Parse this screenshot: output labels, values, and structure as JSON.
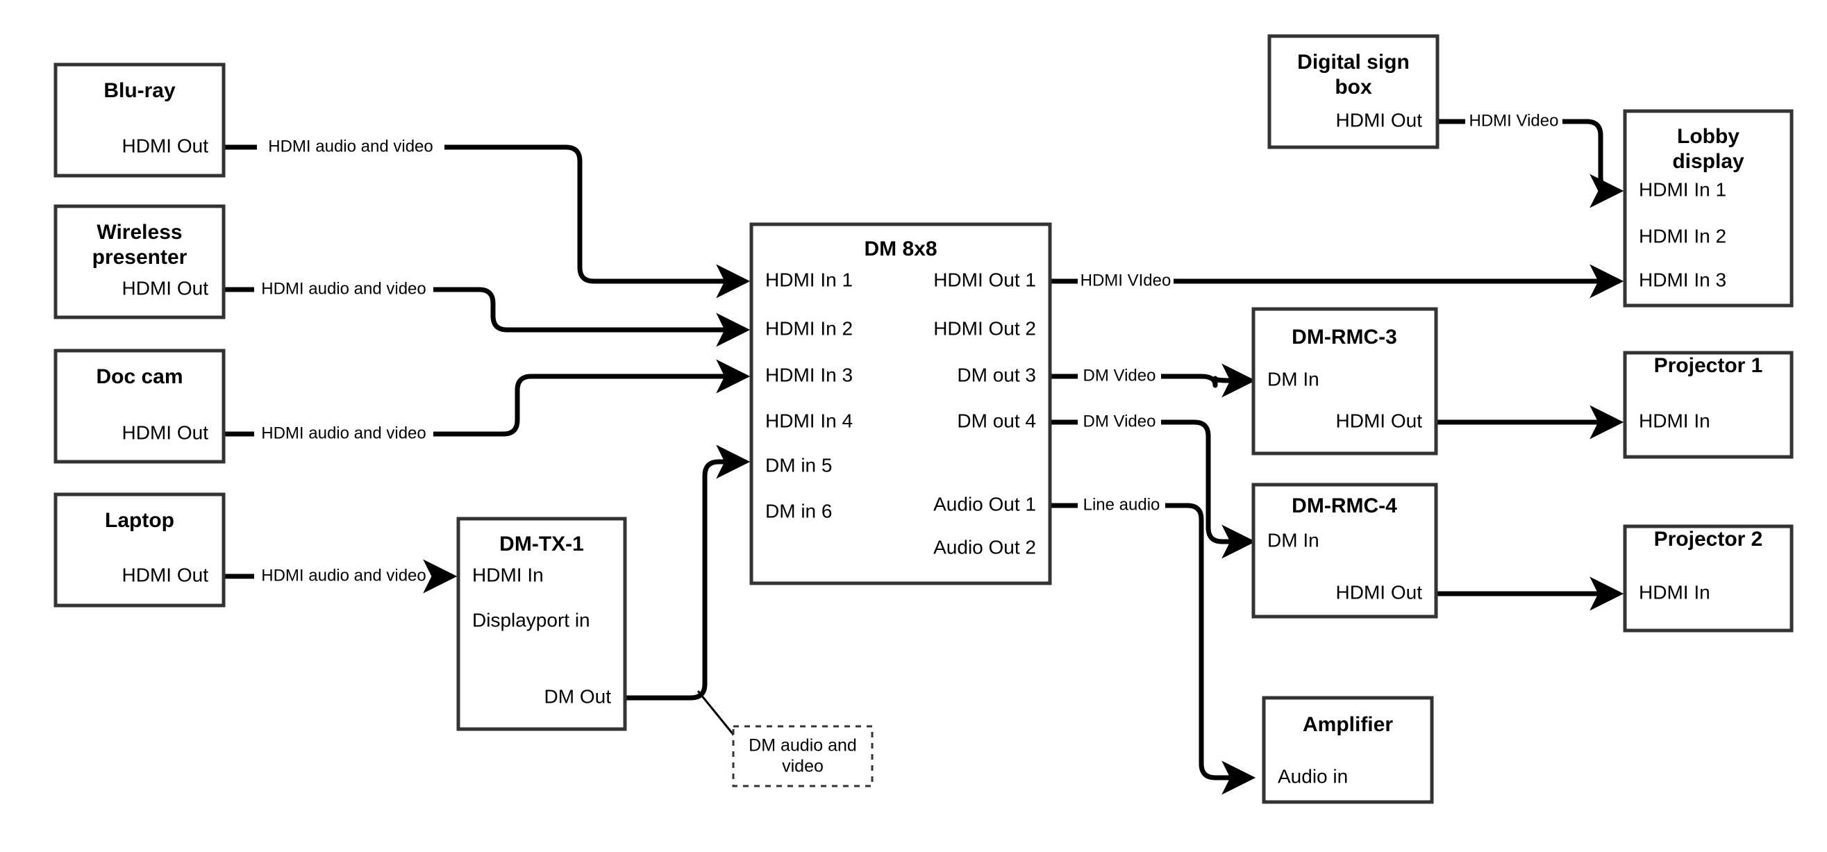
{
  "diagram": {
    "kind": "av-signal-flow-diagram",
    "background_color": "#ffffff",
    "box_stroke_color": "#333333",
    "wire_color": "#000000"
  },
  "nodes": {
    "bluray": {
      "title": "Blu-ray",
      "ports_right": [
        "HDMI Out"
      ]
    },
    "wireless_presenter": {
      "title_line1": "Wireless",
      "title_line2": "presenter",
      "ports_right": [
        "HDMI Out"
      ]
    },
    "doc_cam": {
      "title": "Doc cam",
      "ports_right": [
        "HDMI Out"
      ]
    },
    "laptop": {
      "title": "Laptop",
      "ports_right": [
        "HDMI Out"
      ]
    },
    "dm_tx_1": {
      "title": "DM-TX-1",
      "ports_left": [
        "HDMI In",
        "Displayport in"
      ],
      "ports_right": [
        "DM Out"
      ]
    },
    "dm_8x8": {
      "title": "DM 8x8",
      "inputs": [
        "HDMI In 1",
        "HDMI In 2",
        "HDMI In 3",
        "HDMI In 4",
        "DM in 5",
        "DM in 6"
      ],
      "outputs": [
        "HDMI Out 1",
        "HDMI Out 2",
        "DM out 3",
        "DM out 4",
        "Audio Out 1",
        "Audio Out 2"
      ]
    },
    "digital_sign_box": {
      "title_line1": "Digital sign",
      "title_line2": "box",
      "ports_right": [
        "HDMI Out"
      ]
    },
    "lobby_display": {
      "title_line1": "Lobby",
      "title_line2": "display",
      "ports_left": [
        "HDMI In 1",
        "HDMI In 2",
        "HDMI In 3"
      ]
    },
    "dm_rmc_3": {
      "title": "DM-RMC-3",
      "ports_left": [
        "DM In"
      ],
      "ports_right": [
        "HDMI Out"
      ]
    },
    "dm_rmc_4": {
      "title": "DM-RMC-4",
      "ports_left": [
        "DM In"
      ],
      "ports_right": [
        "HDMI Out"
      ]
    },
    "projector_1": {
      "title": "Projector 1",
      "ports_left": [
        "HDMI In"
      ]
    },
    "projector_2": {
      "title": "Projector 2",
      "ports_left": [
        "HDMI In"
      ]
    },
    "amplifier": {
      "title": "Amplifier",
      "ports_left": [
        "Audio in"
      ]
    }
  },
  "callouts": {
    "dm_audio_video": {
      "line1": "DM audio and",
      "line2": "video"
    }
  },
  "connections": [
    {
      "id": "bluray-to-dm",
      "from": "Blu-ray HDMI Out",
      "to": "DM 8x8 HDMI In 1",
      "label": "HDMI audio and video"
    },
    {
      "id": "wireless-to-dm",
      "from": "Wireless presenter HDMI Out",
      "to": "DM 8x8 HDMI In 2",
      "label": "HDMI audio and video"
    },
    {
      "id": "doccam-to-dm",
      "from": "Doc cam HDMI Out",
      "to": "DM 8x8 HDMI In 3",
      "label": "HDMI audio and video"
    },
    {
      "id": "laptop-to-tx",
      "from": "Laptop HDMI Out",
      "to": "DM-TX-1 HDMI In",
      "label": "HDMI audio and video"
    },
    {
      "id": "tx-to-dm",
      "from": "DM-TX-1 DM Out",
      "to": "DM 8x8 DM in 5",
      "label": "DM audio and video"
    },
    {
      "id": "dm-out1-to-lobby",
      "from": "DM 8x8 HDMI Out 1",
      "to": "Lobby display HDMI In 3",
      "label": "HDMI VIdeo"
    },
    {
      "id": "sign-to-lobby",
      "from": "Digital sign box HDMI Out",
      "to": "Lobby display HDMI In 1",
      "label": "HDMI Video"
    },
    {
      "id": "dm-out3-to-rmc3",
      "from": "DM 8x8 DM out 3",
      "to": "DM-RMC-3 DM In",
      "label": "DM Video"
    },
    {
      "id": "dm-out4-to-rmc4",
      "from": "DM 8x8 DM out 4",
      "to": "DM-RMC-4 DM In",
      "label": "DM Video"
    },
    {
      "id": "rmc3-to-proj1",
      "from": "DM-RMC-3 HDMI Out",
      "to": "Projector 1 HDMI In",
      "label": ""
    },
    {
      "id": "rmc4-to-proj2",
      "from": "DM-RMC-4 HDMI Out",
      "to": "Projector 2 HDMI In",
      "label": ""
    },
    {
      "id": "audio1-to-amp",
      "from": "DM 8x8 Audio Out 1",
      "to": "Amplifier Audio in",
      "label": "Line audio"
    }
  ],
  "wire_labels": {
    "hdmi_av": "HDMI audio and video",
    "hdmi_video_caps": "HDMI VIdeo",
    "hdmi_video": "HDMI Video",
    "dm_video": "DM Video",
    "line_audio": "Line audio"
  }
}
